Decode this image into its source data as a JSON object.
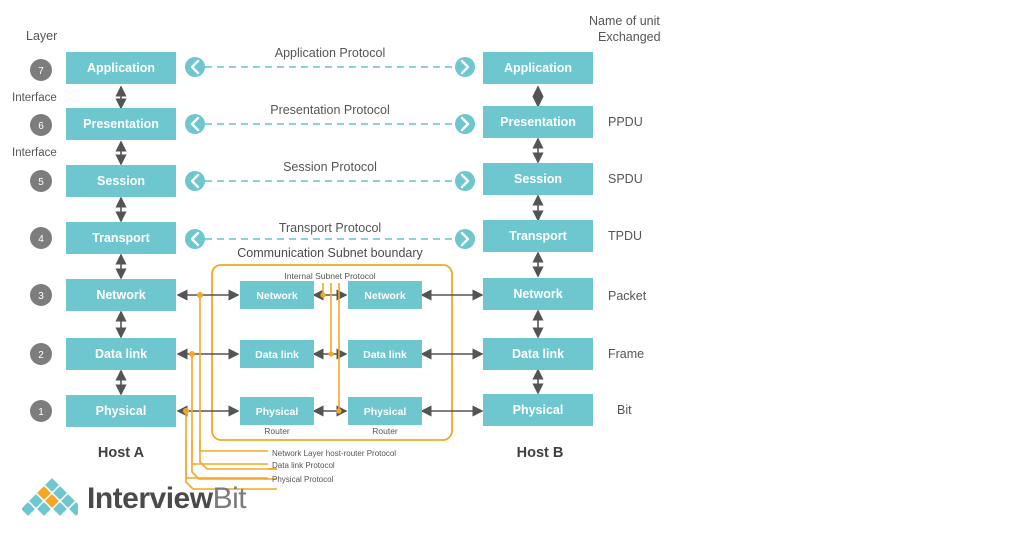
{
  "headers": {
    "layer": "Layer",
    "unit_title_line1": "Name of unit",
    "unit_title_line2": "Exchanged",
    "subnet_boundary": "Communication Subnet boundary",
    "internal_subnet_protocol": "Internal Subnet Protocol"
  },
  "colors": {
    "box_teal": "#6EC6CE",
    "badge_gray": "#7D7D7D",
    "arrow_gray": "#545454",
    "orange": "#F5A623",
    "dashed_teal": "#7FCBD3",
    "text_gray": "#555555"
  },
  "hosts": {
    "left": "Host A",
    "right": "Host B"
  },
  "interfaces": [
    "Interface",
    "Interface"
  ],
  "layers": [
    {
      "number": "7",
      "name": "Application",
      "protocol": "Application Protocol",
      "unit": ""
    },
    {
      "number": "6",
      "name": "Presentation",
      "protocol": "Presentation Protocol",
      "unit": "PPDU"
    },
    {
      "number": "5",
      "name": "Session",
      "protocol": "Session Protocol",
      "unit": "SPDU"
    },
    {
      "number": "4",
      "name": "Transport",
      "protocol": "Transport Protocol",
      "unit": "TPDU"
    },
    {
      "number": "3",
      "name": "Network",
      "protocol": "",
      "unit": "Packet"
    },
    {
      "number": "2",
      "name": "Data link",
      "protocol": "",
      "unit": "Frame"
    },
    {
      "number": "1",
      "name": "Physical",
      "protocol": "",
      "unit": "Bit"
    }
  ],
  "routers": {
    "label_left": "Router",
    "label_right": "Router",
    "layers": [
      "Network",
      "Data link",
      "Physical"
    ]
  },
  "legend": [
    "Network Layer host-router Protocol",
    "Data link Protocol",
    "Physical Protocol"
  ],
  "logo": {
    "name_bold": "Interview",
    "name_light": "Bit"
  }
}
